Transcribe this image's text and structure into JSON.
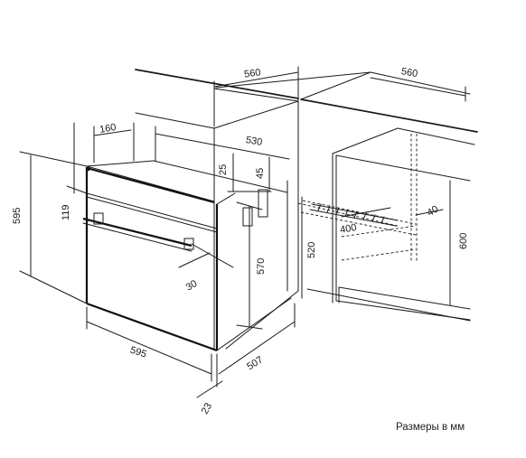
{
  "dimensions": {
    "cabinet_width_top": "560",
    "niche_width_top": "560",
    "oven_depth_side": "160",
    "inner_depth": "530",
    "top_offset": "25",
    "top_offset_small": "45",
    "oven_height": "595",
    "panel_height": "119",
    "cavity_height": "570",
    "niche_height_bottom": "520",
    "niche_height": "600",
    "vent_depth": "400",
    "vent_gap": "40",
    "handle_projection": "30",
    "oven_width": "595",
    "oven_depth": "507",
    "door_thickness": "23"
  },
  "caption": "Размеры в мм"
}
